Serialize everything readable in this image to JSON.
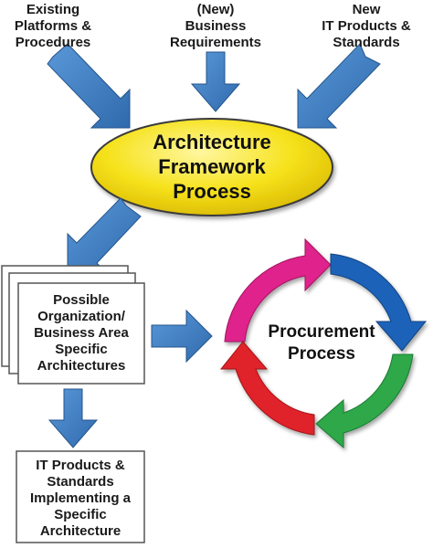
{
  "inputs": {
    "existing": "Existing\nPlatforms &\nProcedures",
    "new_business": "(New)\nBusiness\nRequirements",
    "new_it": "New\nIT Products &\nStandards"
  },
  "framework": {
    "label": "Architecture\nFramework\nProcess"
  },
  "possible": {
    "label": "Possible\nOrganization/\nBusiness Area\nSpecific\nArchitectures"
  },
  "it_products": {
    "label": "IT Products &\nStandards\nImplementing a\nSpecific\nArchitecture"
  },
  "procurement": {
    "label": "Procurement\nProcess"
  },
  "colors": {
    "arrow_blue": "#3f7fc4",
    "ellipse_fill": "#f6e21c",
    "ellipse_stroke": "#3a3a3a",
    "cycle_magenta": "#e0208c",
    "cycle_blue": "#1c62b8",
    "cycle_green": "#2ea84a",
    "cycle_red": "#e0202a"
  }
}
